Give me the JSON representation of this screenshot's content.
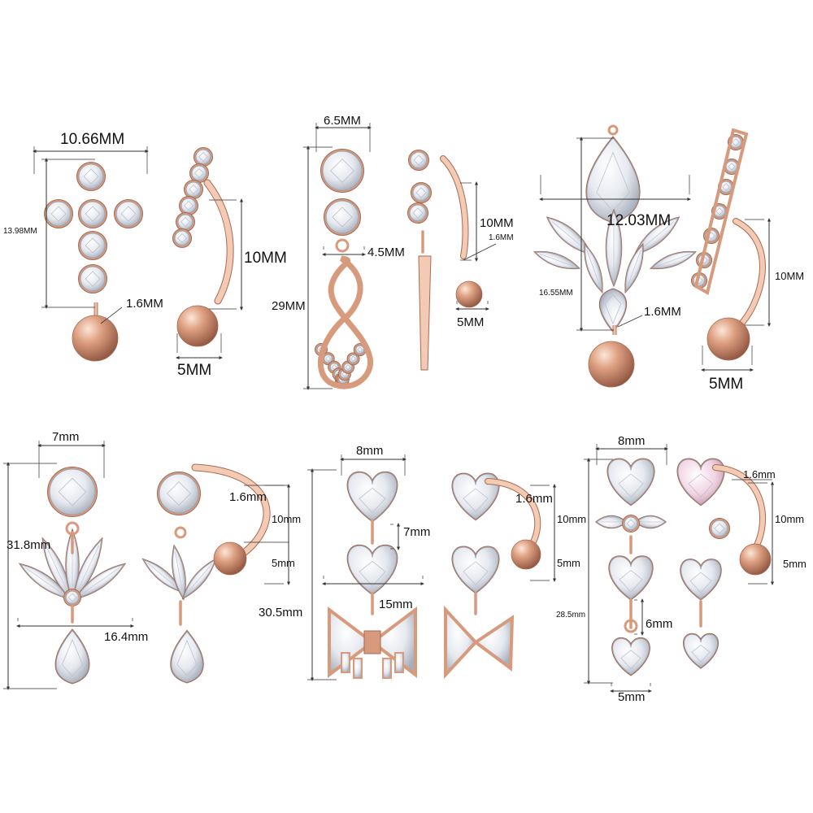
{
  "palette": {
    "rose_gold": "#d79a7c",
    "rose_gold_dark": "#a86a52",
    "rose_gold_light": "#f3cbb4",
    "crystal": "#eef1f6",
    "crystal_edge": "#9aa3b2",
    "pink_crystal": "#f3d9e6",
    "dim_line": "#333333",
    "background": "#ffffff"
  },
  "products": [
    {
      "name": "cross",
      "labels": [
        "10.66MM",
        "13.98MM",
        "1.6MM",
        "10MM",
        "5MM"
      ]
    },
    {
      "name": "infinity",
      "labels": [
        "6.5MM",
        "4.5MM",
        "29MM",
        "10MM",
        "1.6MM",
        "5MM"
      ]
    },
    {
      "name": "teardrop-lotus",
      "labels": [
        "12.03MM",
        "16.55MM",
        "1.6MM",
        "10MM",
        "5MM"
      ]
    },
    {
      "name": "flower-drop",
      "labels": [
        "7mm",
        "31.8mm",
        "16.4mm",
        "1.6mm",
        "10mm",
        "5mm"
      ]
    },
    {
      "name": "heart-bow",
      "labels": [
        "8mm",
        "7mm",
        "15mm",
        "30.5mm",
        "1.6mm",
        "10mm",
        "5mm"
      ]
    },
    {
      "name": "heart-cascade",
      "labels": [
        "8mm",
        "28.5mm",
        "6mm",
        "5mm",
        "1.6mm",
        "10mm",
        "5mm"
      ]
    }
  ]
}
